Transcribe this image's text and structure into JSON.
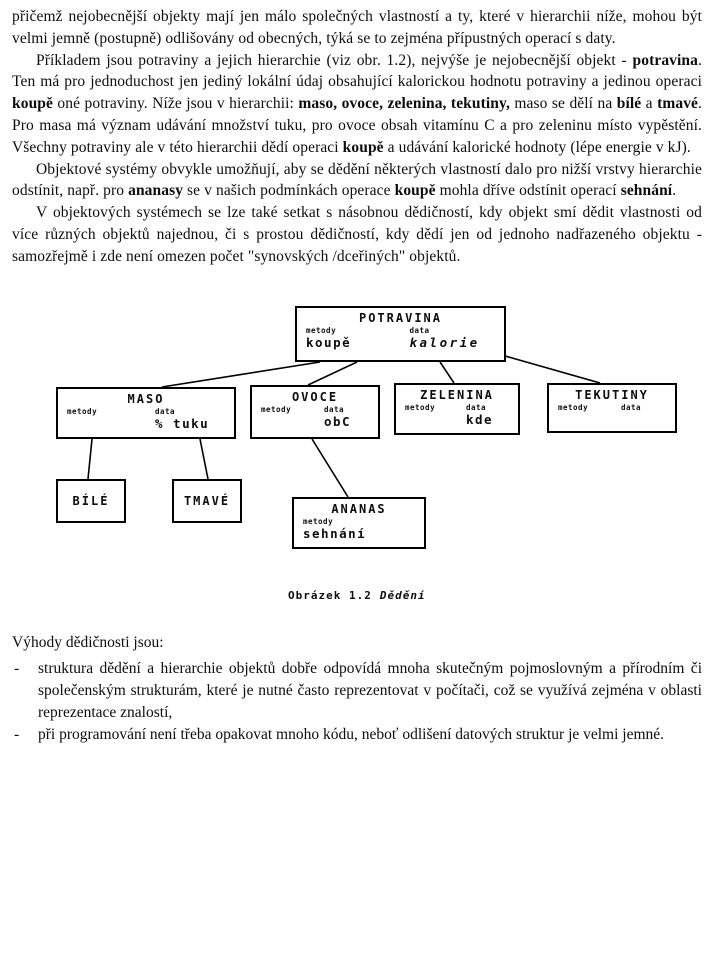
{
  "document": {
    "paragraphs": [
      {
        "segments": [
          {
            "t": "přičemž nejobecnější objekty mají jen málo společných  vlastností a ty, které v hierarchii níže, mohou být velmi jemně (postupně) odlišovány od obecných, týká se to zejména přípustných operací s daty."
          }
        ]
      },
      {
        "segments": [
          {
            "t": "Příkladem jsou potraviny a jejich hierarchie (viz obr. 1.2), nejvýše je nejobecnější objekt - "
          },
          {
            "t": "potravina",
            "b": true
          },
          {
            "t": ". Ten má pro jednoduchost jen jediný lokální údaj obsahující kalorickou hodnotu potraviny a jedinou operaci "
          },
          {
            "t": "koupě",
            "b": true
          },
          {
            "t": " oné potraviny. Níže jsou v hierarchii: "
          },
          {
            "t": "maso, ovoce, zelenina, tekutiny,",
            "b": true
          },
          {
            "t": " maso se dělí na "
          },
          {
            "t": "bílé",
            "b": true
          },
          {
            "t": " a "
          },
          {
            "t": "tmavé",
            "b": true
          },
          {
            "t": ". Pro masa má význam udávání množství tuku, pro ovoce obsah vitamínu C a pro zeleninu místo vypěstění. Všechny potraviny ale v této hierarchii dědí operaci "
          },
          {
            "t": "koupě",
            "b": true
          },
          {
            "t": " a udávání kalorické hodnoty (lépe energie v kJ)."
          }
        ]
      },
      {
        "segments": [
          {
            "t": "Objektové systémy obvykle umožňují, aby se dědění některých vlastností dalo pro nižší vrstvy hierarchie odstínit, např. pro "
          },
          {
            "t": "ananasy",
            "b": true
          },
          {
            "t": " se v našich podmínkách operace "
          },
          {
            "t": "koupě",
            "b": true
          },
          {
            "t": " mohla dříve odstínit operací "
          },
          {
            "t": "sehnání",
            "b": true
          },
          {
            "t": "."
          }
        ]
      },
      {
        "segments": [
          {
            "t": "V objektových systémech se lze také setkat s násobnou dědičností, kdy objekt smí dědit vlastnosti od více různých objektů najednou, či s prostou dědičností, kdy dědí jen od jednoho nadřazeného objektu - samozřejmě i zde není omezen počet \"synovských /dceřiných\" objektů."
          }
        ]
      }
    ],
    "advantages_intro": "Výhody dědičnosti jsou:",
    "advantages": [
      {
        "marker": "-",
        "text": "struktura dědění a hierarchie objektů dobře odpovídá mnoha  skutečným pojmoslovným a přírodním či společenským strukturám, které je nutné  často reprezentovat v počítači, což se využívá zejména v oblasti reprezentace znalostí,"
      },
      {
        "marker": "-",
        "text": "při programování není třeba opakovat mnoho kódu, neboť odlišení datových struktur je velmi jemné."
      }
    ]
  },
  "diagram": {
    "caption": {
      "prefix": "Obrázek 1.2",
      "title": "Dědění"
    },
    "boxes": {
      "potravina": {
        "title": "POTRAVINA",
        "label_methods": "metody",
        "label_data": "data",
        "method_value": "koupě",
        "data_value": "kalorie"
      },
      "maso": {
        "title": "MASO",
        "label_methods": "metody",
        "label_data": "data",
        "data_value": "% tuku"
      },
      "ovoce": {
        "title": "OVOCE",
        "label_methods": "metody",
        "label_data": "data",
        "data_value": "obC"
      },
      "zelenina": {
        "title": "ZELENINA",
        "label_methods": "metody",
        "label_data": "data",
        "data_value": "kde"
      },
      "tekutiny": {
        "title": "TEKUTINY",
        "label_methods": "metody",
        "label_data": "data"
      },
      "bile": {
        "title": "BÍLÉ"
      },
      "tmave": {
        "title": "TMAVÉ"
      },
      "ananas": {
        "title": "ANANAS",
        "label_methods": "metody",
        "method_value": "sehnání"
      }
    }
  }
}
